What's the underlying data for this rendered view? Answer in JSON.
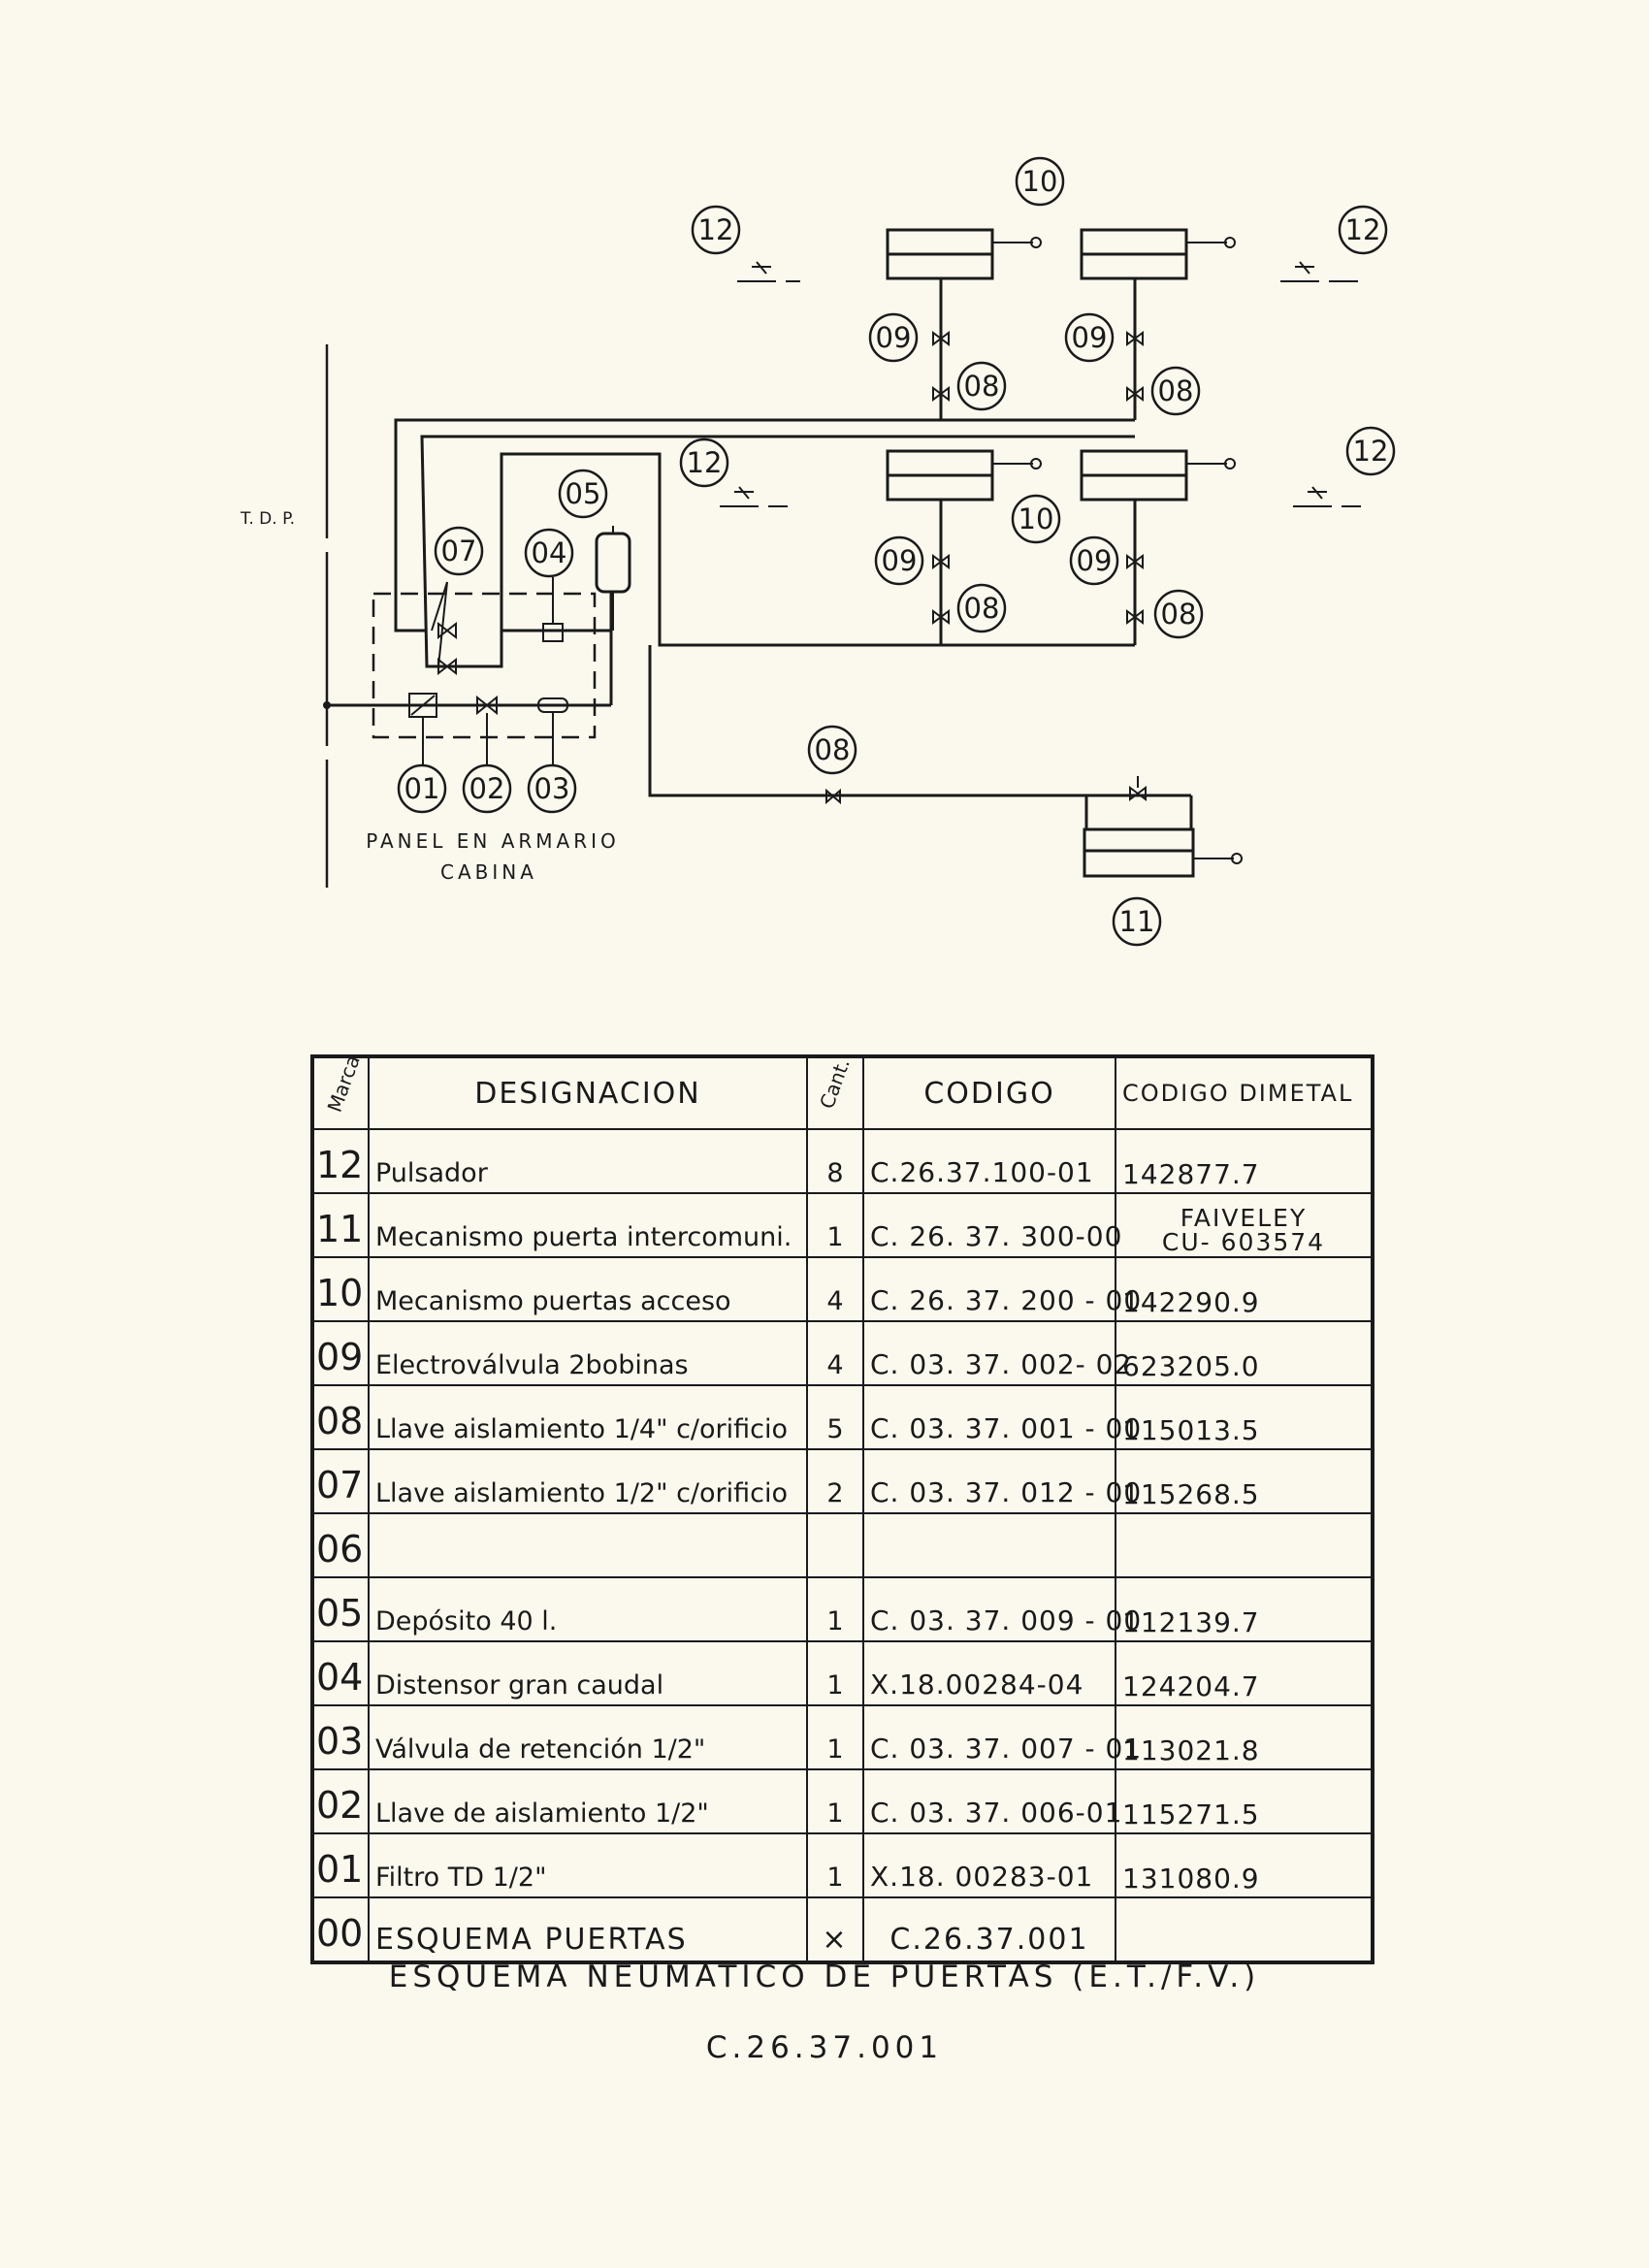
{
  "diagram": {
    "side_label": "T. D. P.",
    "panel_caption_line1": "PANEL EN ARMARIO",
    "panel_caption_line2": "CABINA",
    "markers": {
      "m12": "12",
      "m11": "11",
      "m10": "10",
      "m09": "09",
      "m08": "08",
      "m07": "07",
      "m05": "05",
      "m04": "04",
      "m03": "03",
      "m02": "02",
      "m01": "01"
    }
  },
  "table": {
    "headers": {
      "marca": "Marca",
      "designacion": "DESIGNACION",
      "cant": "Cant.",
      "codigo": "CODIGO",
      "codigo_dimetal": "CODIGO DIMETAL"
    },
    "rows": [
      {
        "marca": "12",
        "designacion": "Pulsador",
        "cant": "8",
        "codigo": "C.26.37.100-01",
        "dimetal": "142877.7"
      },
      {
        "marca": "11",
        "designacion": "Mecanismo puerta intercomuni.",
        "cant": "1",
        "codigo": "C. 26. 37. 300-00",
        "dimetal_line1": "FAIVELEY",
        "dimetal_line2": "CU- 603574"
      },
      {
        "marca": "10",
        "designacion": "Mecanismo puertas acceso",
        "cant": "4",
        "codigo": "C. 26. 37. 200 - 00",
        "dimetal": "142290.9"
      },
      {
        "marca": "09",
        "designacion": "Electroválvula 2bobinas",
        "cant": "4",
        "codigo": "C. 03. 37. 002- 02",
        "dimetal": "623205.0"
      },
      {
        "marca": "08",
        "designacion": "Llave aislamiento 1/4\" c/orificio",
        "cant": "5",
        "codigo": "C. 03. 37. 001 - 00",
        "dimetal": "115013.5"
      },
      {
        "marca": "07",
        "designacion": "Llave aislamiento 1/2\" c/orificio",
        "cant": "2",
        "codigo": "C. 03. 37. 012 - 00",
        "dimetal": "115268.5"
      },
      {
        "marca": "06",
        "designacion": "",
        "cant": "",
        "codigo": "",
        "dimetal": ""
      },
      {
        "marca": "05",
        "designacion": "Depósito 40 l.",
        "cant": "1",
        "codigo": "C. 03. 37. 009 - 00",
        "dimetal": "112139.7"
      },
      {
        "marca": "04",
        "designacion": "Distensor gran caudal",
        "cant": "1",
        "codigo": "X.18.00284-04",
        "dimetal": "124204.7"
      },
      {
        "marca": "03",
        "designacion": "Válvula de retención 1/2\"",
        "cant": "1",
        "codigo": "C. 03. 37. 007 - 01",
        "dimetal": "113021.8"
      },
      {
        "marca": "02",
        "designacion": "Llave de aislamiento 1/2\"",
        "cant": "1",
        "codigo": "C. 03. 37. 006-01",
        "dimetal": "115271.5"
      },
      {
        "marca": "01",
        "designacion": "Filtro TD 1/2\"",
        "cant": "1",
        "codigo": "X.18. 00283-01",
        "dimetal": "131080.9"
      },
      {
        "marca": "00",
        "designacion": "ESQUEMA PUERTAS",
        "cant": "×",
        "codigo": "C.26.37.001",
        "dimetal": ""
      }
    ]
  },
  "footer": {
    "title": "ESQUEMA NEUMATICO DE PUERTAS (E.T./F.V.)",
    "code": "C.26.37.001"
  }
}
